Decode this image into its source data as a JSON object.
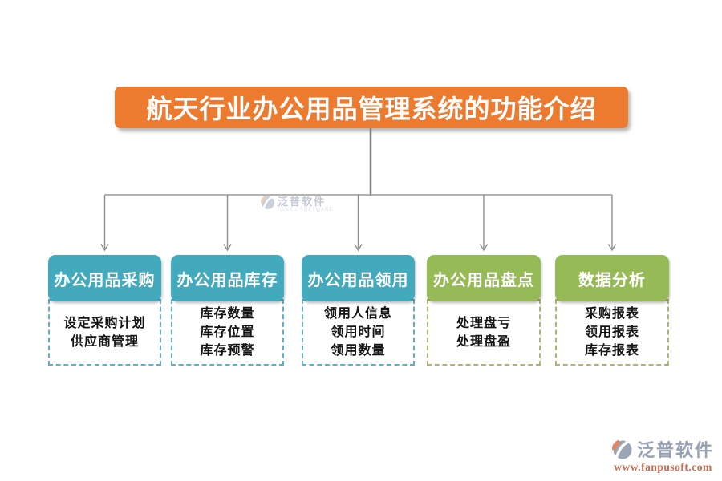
{
  "title": "航天行业办公用品管理系统的功能介绍",
  "columns": [
    {
      "header": "办公用品采购",
      "items": [
        "设定采购计划",
        "供应商管理"
      ]
    },
    {
      "header": "办公用品库存",
      "items": [
        "库存数量",
        "库存位置",
        "库存预警"
      ]
    },
    {
      "header": "办公用品领用",
      "items": [
        "领用人信息",
        "领用时间",
        "领用数量"
      ]
    },
    {
      "header": "办公用品盘点",
      "items": [
        "处理盘亏",
        "处理盘盈"
      ]
    },
    {
      "header": "数据分析",
      "items": [
        "采购报表",
        "领用报表",
        "库存报表"
      ]
    }
  ],
  "watermark": {
    "brand": "泛普软件",
    "sub": "FANPU SOFTWARE"
  },
  "footer_logo": {
    "brand": "泛普软件",
    "url": "www.fanpusoft.com"
  },
  "colors": {
    "title_bg": "#ED7B2F",
    "header_teal": "#43A9BD",
    "header_green": "#96BA55",
    "panel_border_teal": "#5FB0CC",
    "panel_border_olive": "#B2B273",
    "connector_gray": "#8F8F8F",
    "brand_gray": "#97A2B4",
    "url_orange": "#C96B50"
  }
}
